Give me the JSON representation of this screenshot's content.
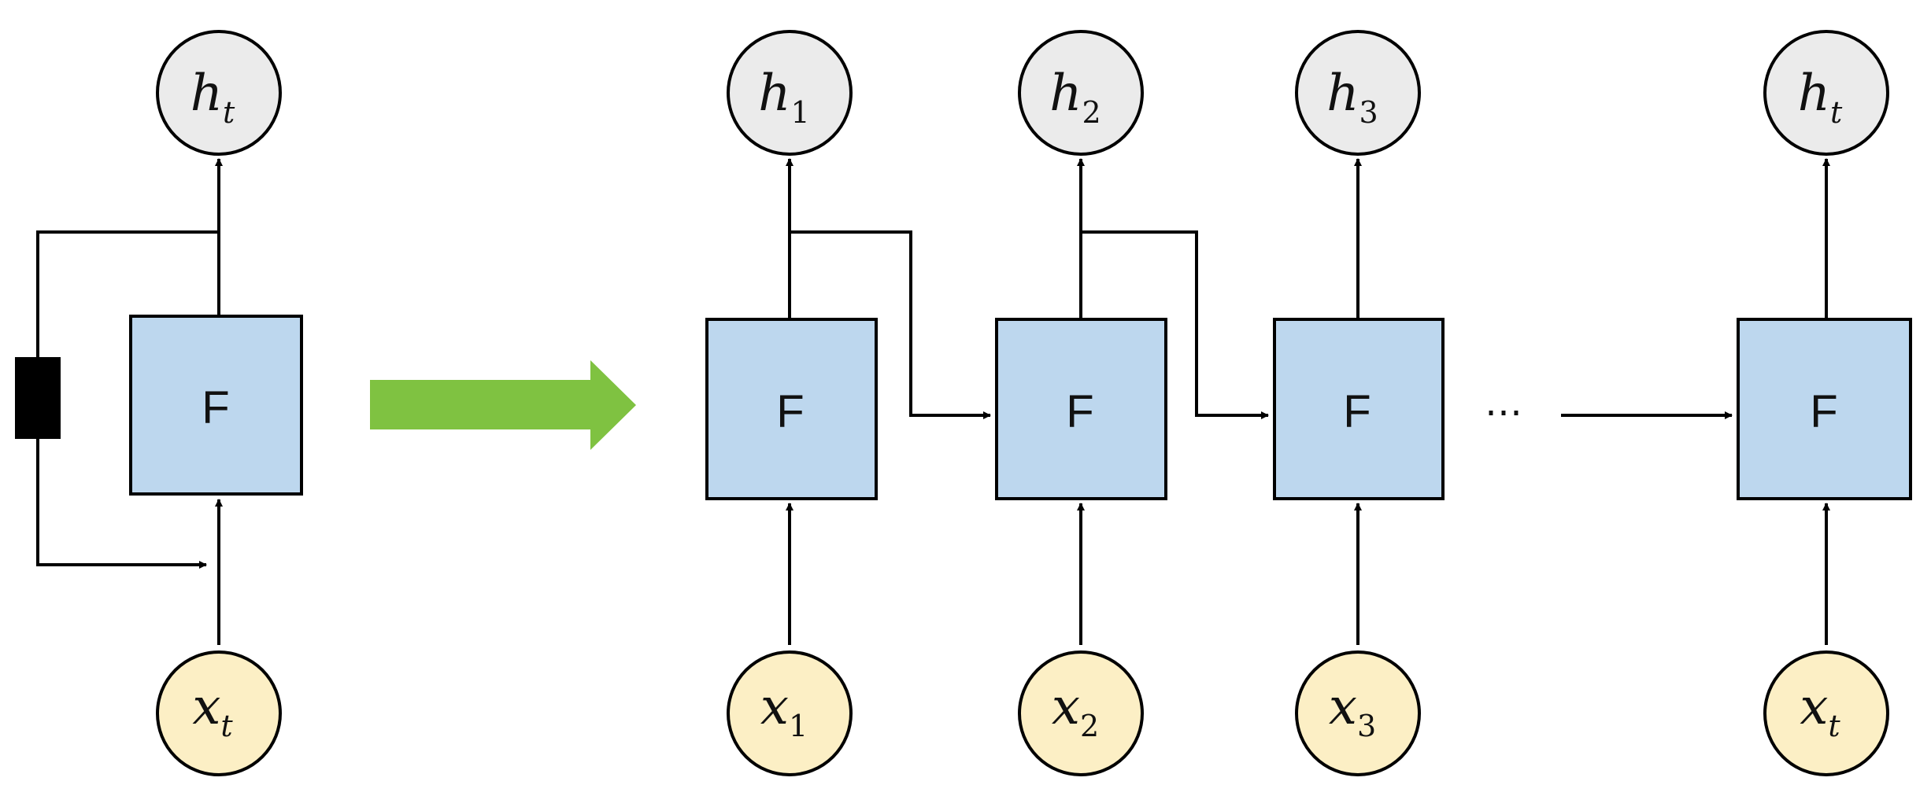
{
  "folded": {
    "cell_label": "F",
    "output": {
      "main": "h",
      "sub": "t"
    },
    "input": {
      "main": "x",
      "sub": "t"
    }
  },
  "unfold_arrow": {
    "color": "#7fc241"
  },
  "unrolled": [
    {
      "cell_label": "F",
      "output": {
        "main": "h",
        "sub": "1"
      },
      "input": {
        "main": "x",
        "sub": "1"
      }
    },
    {
      "cell_label": "F",
      "output": {
        "main": "h",
        "sub": "2"
      },
      "input": {
        "main": "x",
        "sub": "2"
      }
    },
    {
      "cell_label": "F",
      "output": {
        "main": "h",
        "sub": "3"
      },
      "input": {
        "main": "x",
        "sub": "3"
      }
    },
    {
      "cell_label": "F",
      "output": {
        "main": "h",
        "sub": "t"
      },
      "input": {
        "main": "x",
        "sub": "t"
      }
    }
  ],
  "ellipsis": "⋯",
  "colors": {
    "cell_fill": "#bdd7ee",
    "output_node_fill": "#ebebeb",
    "input_node_fill": "#fcefc5",
    "delay_block": "#000000"
  }
}
